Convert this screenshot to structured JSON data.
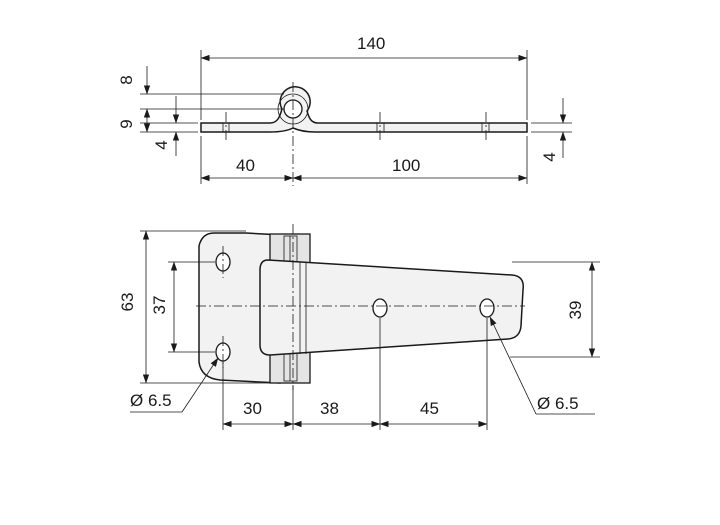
{
  "top_view": {
    "overall_length": "140",
    "pin_dia_label": "8",
    "height_label": "9",
    "thickness_left": "4",
    "thickness_right": "4",
    "left_length": "40",
    "right_length": "100"
  },
  "front_view": {
    "height_63": "63",
    "spacing_37": "37",
    "width_39": "39",
    "dim_30": "30",
    "dim_38": "38",
    "dim_45": "45",
    "hole_left": "Ø 6.5",
    "hole_right": "Ø 6.5"
  }
}
